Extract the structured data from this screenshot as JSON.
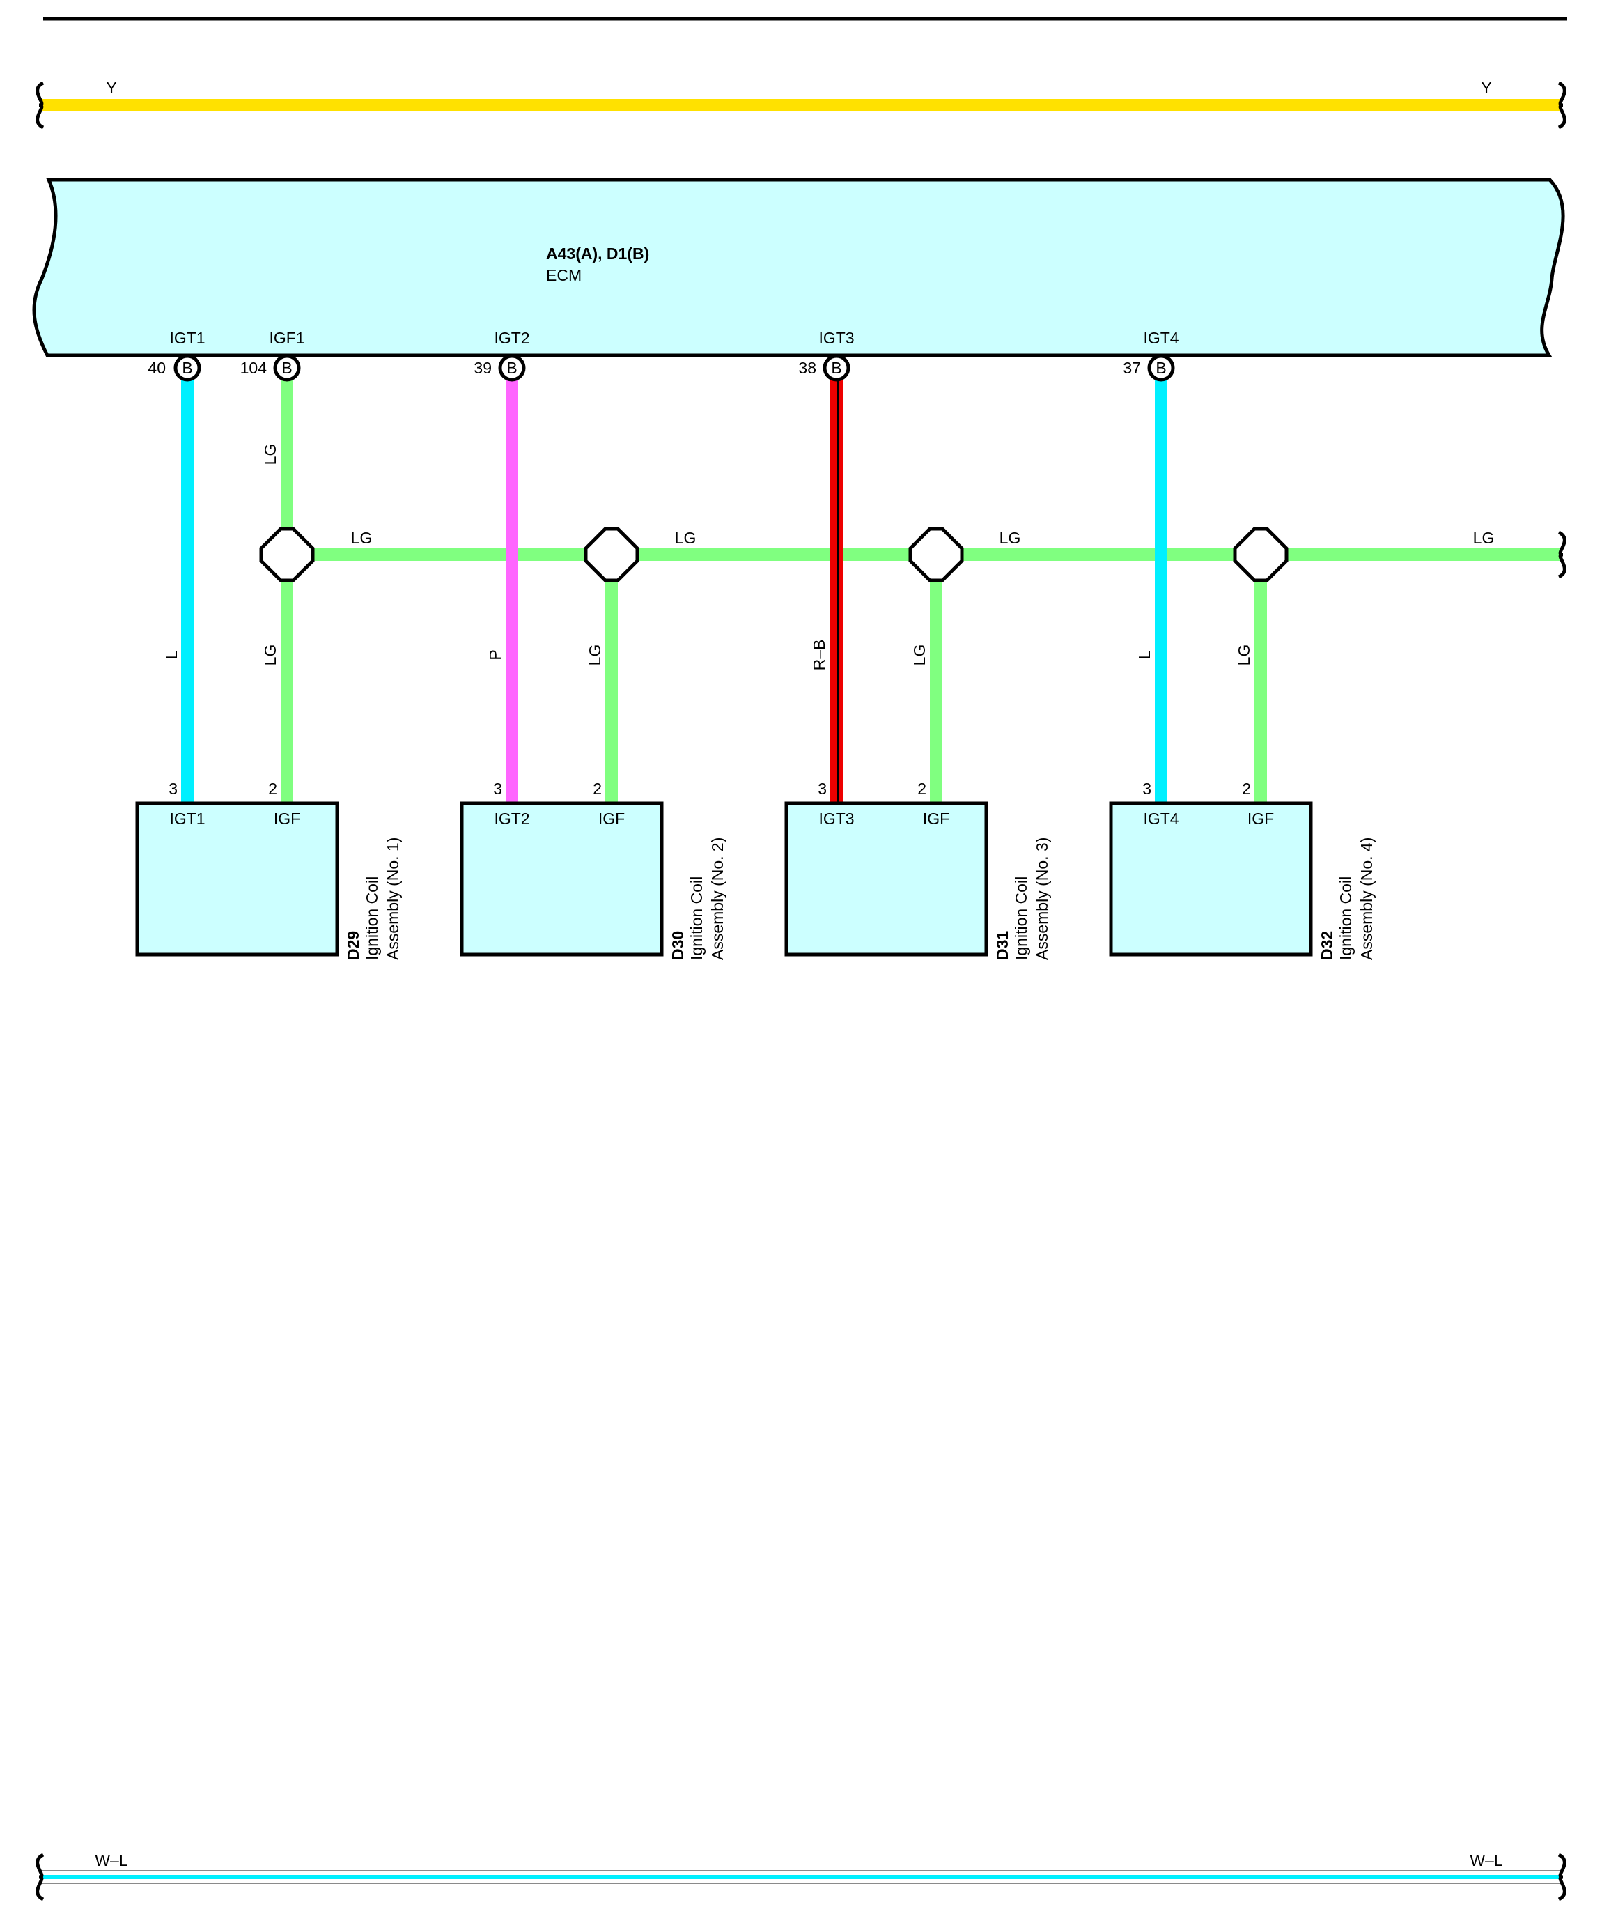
{
  "colors": {
    "Y": "#ffe100",
    "L": "#00f0ff",
    "LG": "#80ff80",
    "P": "#ff66ff",
    "R": "#ee0000",
    "B": "#000000",
    "W_L_outer": "#8a8a8a",
    "W_L_inner": "#00f0ff",
    "component_fill": "#ccffff",
    "stroke": "#000000"
  },
  "top_wire": {
    "color_left": "Y",
    "color_right": "Y"
  },
  "bottom_wire": {
    "color_left": "W–L",
    "color_right": "W–L"
  },
  "ecm": {
    "connector": "A43(A), D1(B)",
    "name": "ECM",
    "pins": [
      {
        "signal": "IGT1",
        "number": "40",
        "connector_tag": "B"
      },
      {
        "signal": "IGF1",
        "number": "104",
        "connector_tag": "B"
      },
      {
        "signal": "IGT2",
        "number": "39",
        "connector_tag": "B"
      },
      {
        "signal": "IGT3",
        "number": "38",
        "connector_tag": "B"
      },
      {
        "signal": "IGT4",
        "number": "37",
        "connector_tag": "B"
      }
    ]
  },
  "wires": {
    "igt1": "L",
    "igf1_upper": "LG",
    "igf1_lower": "LG",
    "igt2": "P",
    "igt3": "R–B",
    "igt4": "L",
    "igf_bus": [
      "LG",
      "LG",
      "LG",
      "LG"
    ],
    "coil2_igf": "LG",
    "coil3_igf": "LG",
    "coil4_igf": "LG"
  },
  "coils": [
    {
      "code": "D29",
      "name_line1": "Ignition Coil",
      "name_line2": "Assembly (No.  1)",
      "igt_label": "IGT1",
      "igt_pin": "3",
      "igf_label": "IGF",
      "igf_pin": "2"
    },
    {
      "code": "D30",
      "name_line1": "Ignition Coil",
      "name_line2": "Assembly (No.  2)",
      "igt_label": "IGT2",
      "igt_pin": "3",
      "igf_label": "IGF",
      "igf_pin": "2"
    },
    {
      "code": "D31",
      "name_line1": "Ignition Coil",
      "name_line2": "Assembly (No.  3)",
      "igt_label": "IGT3",
      "igt_pin": "3",
      "igf_label": "IGF",
      "igf_pin": "2"
    },
    {
      "code": "D32",
      "name_line1": "Ignition Coil",
      "name_line2": "Assembly (No.  4)",
      "igt_label": "IGT4",
      "igt_pin": "3",
      "igf_label": "IGF",
      "igf_pin": "2"
    }
  ]
}
